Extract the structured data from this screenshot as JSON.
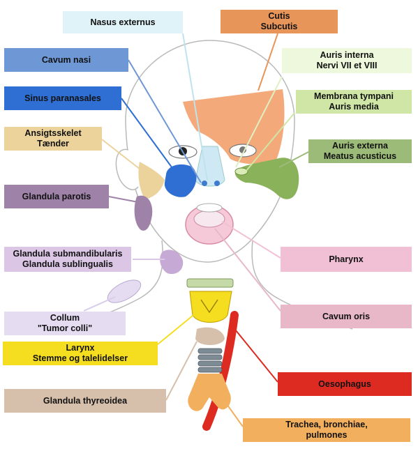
{
  "labels": {
    "nasus_externus": {
      "line1": "Nasus externus",
      "color": "#dff3f8"
    },
    "cutis": {
      "line1": "Cutis",
      "line2": "Subcutis",
      "color": "#e8955a"
    },
    "cavum_nasi": {
      "line1": "Cavum nasi",
      "color": "#6e97d6"
    },
    "auris_interna": {
      "line1": "Auris interna",
      "line2": "Nervi VII et VIII",
      "color": "#eef8dc"
    },
    "sinus_paranasales": {
      "line1": "Sinus paranasales",
      "color": "#2f6fd4"
    },
    "membrana_tympani": {
      "line1": "Membrana tympani",
      "line2": "Auris media",
      "color": "#cfe6a6"
    },
    "ansigtsskelet": {
      "line1": "Ansigtsskelet",
      "line2": "Tænder",
      "color": "#ecd29b"
    },
    "auris_externa": {
      "line1": "Auris externa",
      "line2": "Meatus acusticus",
      "color": "#9dbb78"
    },
    "glandula_parotis": {
      "line1": "Glandula parotis",
      "color": "#9f82a8"
    },
    "glandula_submandibularis": {
      "line1": "Glandula submandibularis",
      "line2": "Glandula sublingualis",
      "color": "#dcc6e6"
    },
    "pharynx": {
      "line1": "Pharynx",
      "color": "#f2c0d4"
    },
    "collum": {
      "line1": "Collum",
      "line2": "\"Tumor colli\"",
      "color": "#e6dcf2"
    },
    "cavum_oris": {
      "line1": "Cavum oris",
      "color": "#e8b8c8"
    },
    "larynx": {
      "line1": "Larynx",
      "line2": "Stemme og talelidelser",
      "color": "#f5dd20"
    },
    "oesophagus": {
      "line1": "Oesophagus",
      "color": "#dd2b22"
    },
    "glandula_thyreoidea": {
      "line1": "Glandula thyreoidea",
      "color": "#d6c0ac"
    },
    "trachea": {
      "line1": "Trachea, bronchiae,",
      "line2": "pulmones",
      "color": "#f2b05e"
    }
  }
}
